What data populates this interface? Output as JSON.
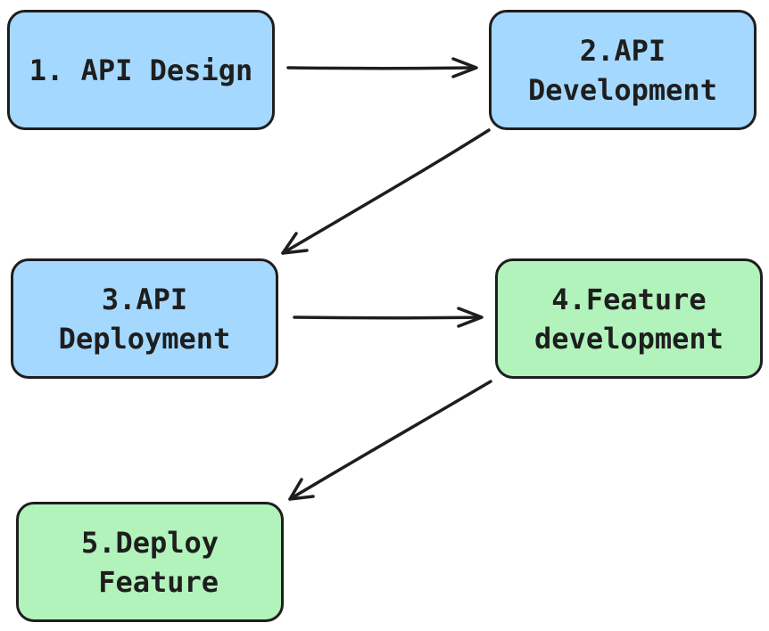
{
  "diagram": {
    "nodes": [
      {
        "id": "n1",
        "lines": [
          "1. API Design"
        ],
        "fill": "#a5d8ff"
      },
      {
        "id": "n2",
        "lines": [
          "2.API",
          "Development"
        ],
        "fill": "#a5d8ff"
      },
      {
        "id": "n3",
        "lines": [
          "3.API",
          "Deployment"
        ],
        "fill": "#a5d8ff"
      },
      {
        "id": "n4",
        "lines": [
          "4.Feature",
          "development"
        ],
        "fill": "#b2f2bb"
      },
      {
        "id": "n5",
        "lines": [
          "5.Deploy",
          " Feature"
        ],
        "fill": "#b2f2bb"
      }
    ],
    "edges": [
      {
        "from": "n1",
        "to": "n2"
      },
      {
        "from": "n2",
        "to": "n3"
      },
      {
        "from": "n3",
        "to": "n4"
      },
      {
        "from": "n4",
        "to": "n5"
      }
    ],
    "colors": {
      "stroke": "#1e1e1e",
      "blue": "#a5d8ff",
      "green": "#b2f2bb",
      "background": "#ffffff"
    }
  }
}
